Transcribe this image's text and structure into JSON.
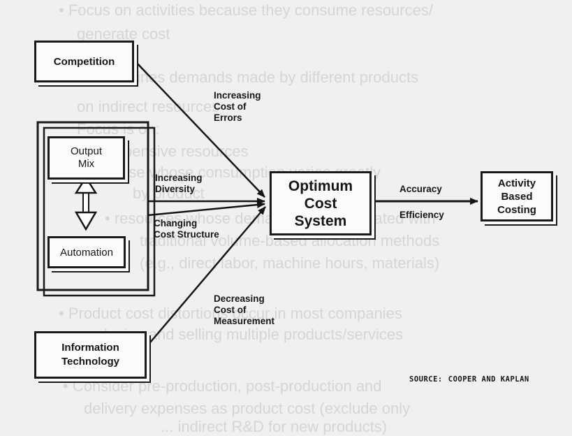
{
  "diagram": {
    "competition": "Competition",
    "output_mix": [
      "Output",
      "Mix"
    ],
    "automation": "Automation",
    "information_technology": [
      "Information",
      "Technology"
    ],
    "optimum_cost_system": [
      "Optimum",
      "Cost",
      "System"
    ],
    "activity_based_costing": [
      "Activity",
      "Based",
      "Costing"
    ],
    "increasing_cost_of_errors": [
      "Increasing",
      "Cost of",
      "Errors"
    ],
    "increasing_diversity": [
      "Increasing",
      "Diversity"
    ],
    "changing_cost_structure": [
      "Changing",
      "Cost Structure"
    ],
    "decreasing_cost_of_measurement": [
      "Decreasing",
      "Cost of",
      "Measurement"
    ],
    "accuracy": "Accuracy",
    "efficiency": "Efficiency"
  },
  "source": {
    "label": "SOURCE:",
    "authors": "COOPER AND KAPLAN"
  },
  "bleed_through": [
    "• Focus on activities because they consume resources/",
    "generate cost",
    "• Determines demands made by different products",
    "on indirect resources",
    "Focus is on:",
    "• expensive resources",
    "• those whose consumption varies greatly",
    "by product",
    "• resources whose demand is not correlated with",
    "traditional volume-based allocation methods",
    "(e.g., direct labor, machine hours, materials)",
    "• Product cost distortions occur in most companies",
    "producing and selling multiple products/services",
    "• Consider pre-production, post-production and",
    "delivery expenses as product cost (exclude only",
    "... indirect R&D for new products)"
  ]
}
